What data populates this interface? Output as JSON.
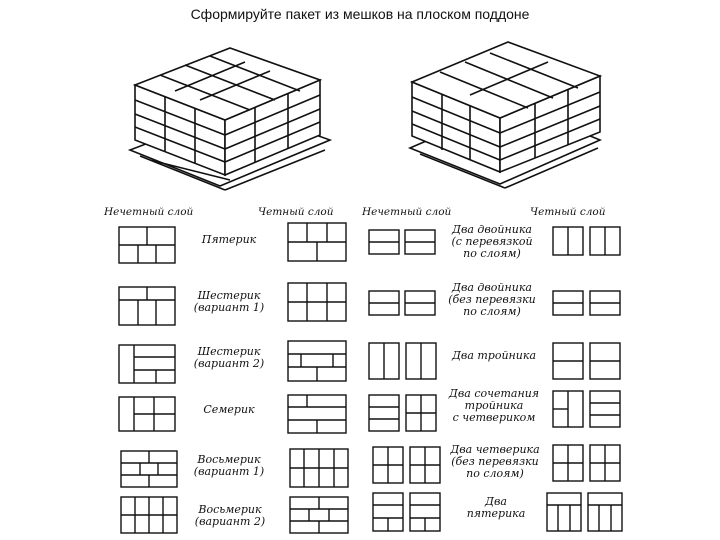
{
  "title": "Сформируйте пакет из мешков на плоском поддоне",
  "headers": {
    "odd_left": "Нечетный слой",
    "even_left": "Четный слой",
    "odd_right": "Нечетный слой",
    "even_right": "Четный слой"
  },
  "rows_left": [
    {
      "label": "Пятерик"
    },
    {
      "label": "Шестерик\n(вариант 1)"
    },
    {
      "label": "Шестерик\n(вариант 2)"
    },
    {
      "label": "Семерик"
    },
    {
      "label": "Восьмерик\n(вариант 1)"
    },
    {
      "label": "Восьмерик\n(вариант 2)"
    }
  ],
  "rows_right": [
    {
      "label": "Два двойника\n(с перевязкой\nпо слоям)"
    },
    {
      "label": "Два двойника\n(без перевязки\nпо слоям)"
    },
    {
      "label": "Два тройника"
    },
    {
      "label": "Два сочетания\nтройника\nс четвериком"
    },
    {
      "label": "Два четверика\n(без перевязки\nпо слоям)"
    },
    {
      "label": "Два\nпятерика"
    }
  ]
}
